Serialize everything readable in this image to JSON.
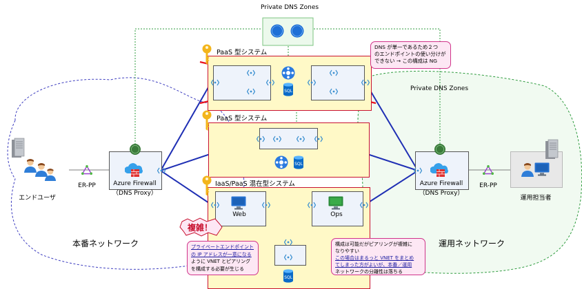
{
  "zones": {
    "top_label": "Private DNS  Zones",
    "right_label": "Private DNS  Zones"
  },
  "systems": {
    "paas1_title": "PaaS 型システム",
    "paas2_title": "PaaS 型システム",
    "mixed_title": "IaaS/PaaS 混在型システム"
  },
  "left": {
    "user_label": "エンドユーザ",
    "er_pp": "ER-PP",
    "firewall_line1": "Azure Firewall",
    "firewall_line2": "（DNS Proxy）",
    "network_label": "本番ネットワーク"
  },
  "right": {
    "admin_label": "運用担当者",
    "er_pp": "ER-PP",
    "firewall_line1": "Azure Firewall",
    "firewall_line2": "（DNS Proxy）",
    "network_label": "運用ネットワーク"
  },
  "vms": {
    "web": "Web",
    "ops": "Ops"
  },
  "icons": {
    "dns": "DNS",
    "sql": "SQL"
  },
  "callouts": {
    "ng": [
      "DNS が単一であるため２つ",
      "のエンドポイントの使い分けが",
      "できない → この構成は NG"
    ],
    "complex_tag": "複雑！",
    "left": [
      "プライベートエンドポイント",
      "の IP アドレスが一意になる",
      "ように VNET とピアリング",
      "を構成する必要が生じる"
    ],
    "right": [
      "構成は可能だがピアリングが複雑に",
      "なりやすい",
      "この場合はまるっと VNET をまとめ",
      "てしまった方がよいが、本番／運用",
      "ネットワークの分離性は落ちる"
    ]
  },
  "colors": {
    "system_fill": "#fff9c7",
    "system_border": "#c8102e",
    "blue_line": "#1f2fb4",
    "green_dotted": "#2e9b3e",
    "callout_fill": "#fde7f4",
    "callout_border": "#d0338a",
    "red_cross": "#e8121f",
    "purple_er": "#9b3fd1"
  }
}
